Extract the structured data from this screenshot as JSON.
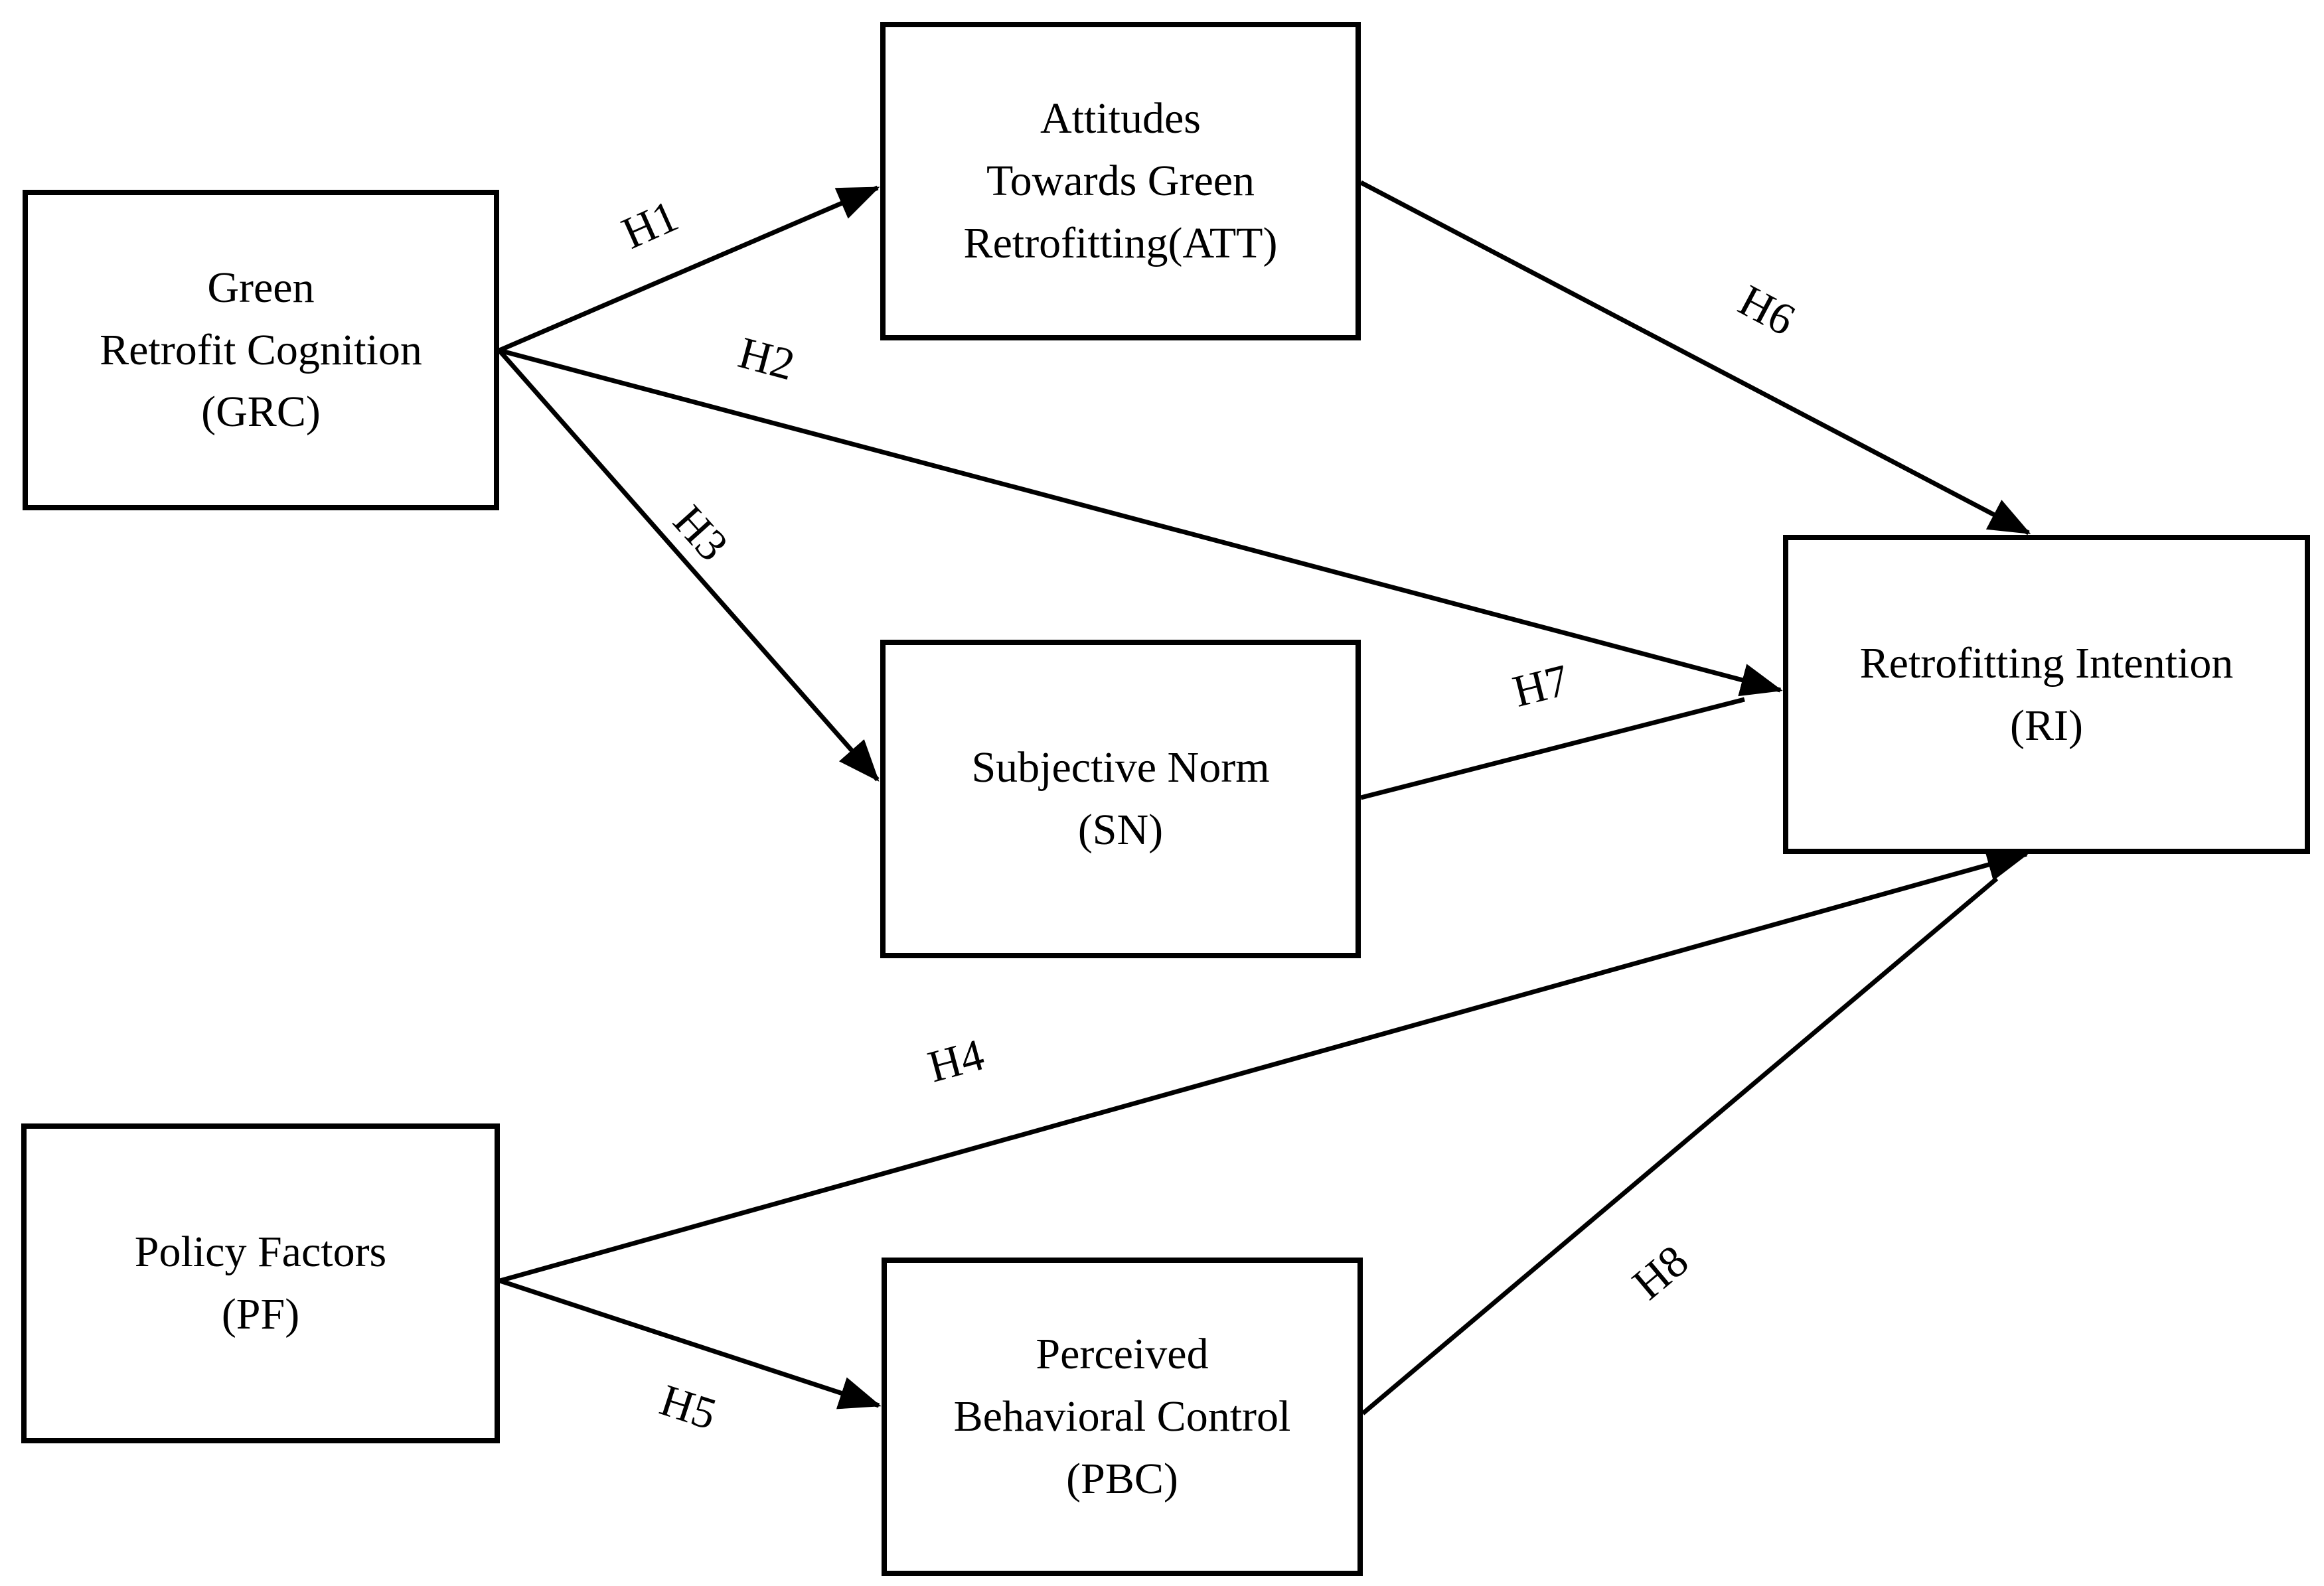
{
  "figure": {
    "description": "Research model diagram with hypothesized paths",
    "nodes": {
      "grc": {
        "abbr": "GRC",
        "lines": [
          "Green",
          "Retrofit Cognition",
          "(GRC)"
        ]
      },
      "att": {
        "abbr": "ATT",
        "lines": [
          "Attitudes",
          "Towards Green",
          "Retrofitting(ATT)"
        ]
      },
      "sn": {
        "abbr": "SN",
        "lines": [
          "Subjective Norm",
          "(SN)"
        ]
      },
      "ri": {
        "abbr": "RI",
        "lines": [
          "Retrofitting Intention",
          "(RI)"
        ]
      },
      "pf": {
        "abbr": "PF",
        "lines": [
          "Policy Factors",
          "(PF)"
        ]
      },
      "pbc": {
        "abbr": "PBC",
        "lines": [
          "Perceived",
          "Behavioral Control",
          "(PBC)"
        ]
      }
    },
    "edges": {
      "h1": {
        "label": "H1",
        "from": "GRC",
        "to": "ATT"
      },
      "h2": {
        "label": "H2",
        "from": "GRC",
        "to": "RI"
      },
      "h3": {
        "label": "H3",
        "from": "GRC",
        "to": "SN"
      },
      "h4": {
        "label": "H4",
        "from": "PF",
        "to": "RI"
      },
      "h5": {
        "label": "H5",
        "from": "PF",
        "to": "PBC"
      },
      "h6": {
        "label": "H6",
        "from": "ATT",
        "to": "RI"
      },
      "h7": {
        "label": "H7",
        "from": "SN",
        "to": "RI"
      },
      "h8": {
        "label": "H8",
        "from": "PBC",
        "to": "RI"
      }
    },
    "colors": {
      "background": "#ffffff",
      "stroke": "#000000",
      "text": "#000000"
    }
  }
}
